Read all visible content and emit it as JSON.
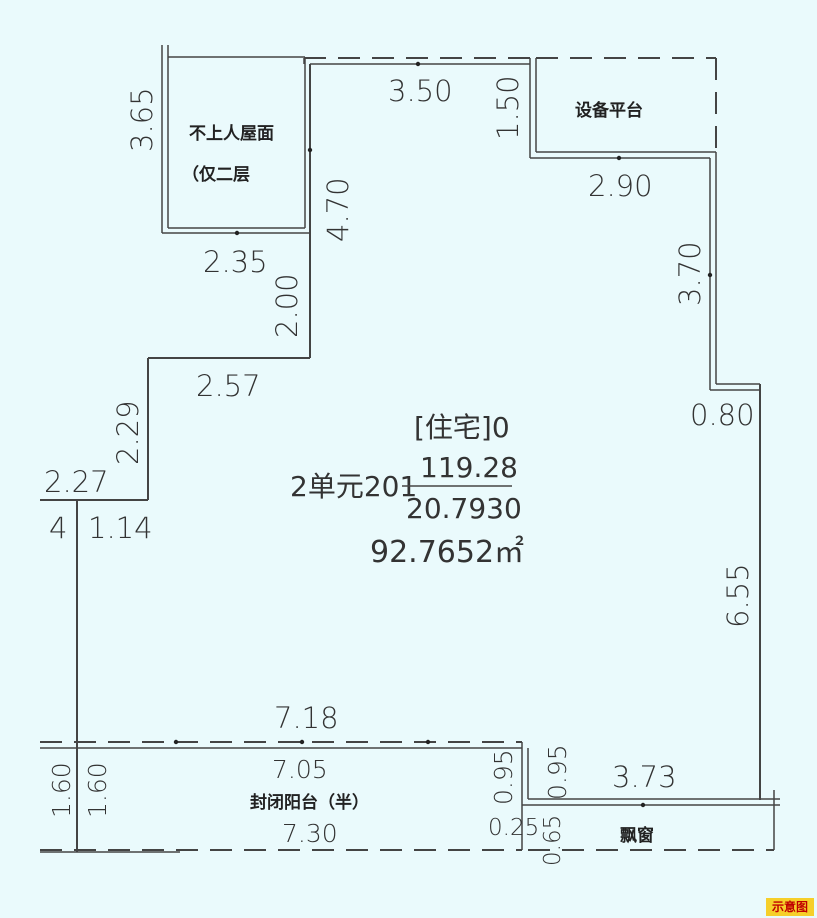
{
  "room": {
    "type_label": "[住宅]0",
    "unit": "2单元201",
    "gross_area": "119.28",
    "shared_area": "20.7930",
    "net_area": "92.7652㎡"
  },
  "labels": {
    "roof": "不上人屋面",
    "roof_note": "（仅二层",
    "equipment": "设备平台",
    "balcony": "封闭阳台（半）",
    "bay_window": "飘窗"
  },
  "dims": {
    "d365": "3.65",
    "d350": "3.50",
    "d150": "1.50",
    "d290": "2.90",
    "d470": "4.70",
    "d235": "2.35",
    "d370": "3.70",
    "d200": "2.00",
    "d257": "2.57",
    "d080": "0.80",
    "d229": "2.29",
    "d227": "2.27",
    "d4": "4",
    "d114": "1.14",
    "d655": "6.55",
    "d718": "7.18",
    "d705": "7.05",
    "d095a": "0.95",
    "d095b": "0.95",
    "d373": "3.73",
    "d160a": "1.60",
    "d160b": "1.60",
    "d730": "7.30",
    "d025": "0.25",
    "d065": "0.65"
  },
  "badge": "示意图"
}
